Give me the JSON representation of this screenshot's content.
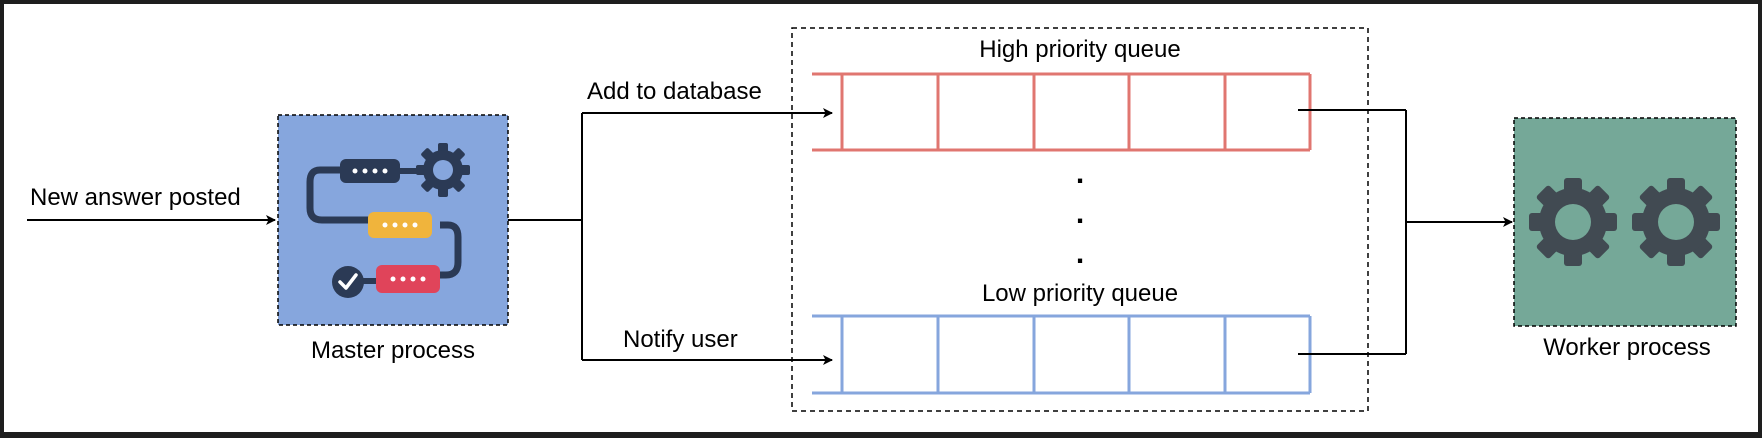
{
  "colors": {
    "background": "#ffffff",
    "frame": "#1e1e1e",
    "master_fill": "#86a6dd",
    "worker_fill": "#75a898",
    "high_queue_stroke": "#e07670",
    "low_queue_stroke": "#86a6dd",
    "navy": "#2b3a55",
    "yellow": "#f0b43c",
    "red": "#e0445a",
    "gear_dark": "#414a52"
  },
  "labels": {
    "input_event": "New answer posted",
    "master": "Master process",
    "add_db": "Add to database",
    "notify": "Notify user",
    "high_queue": "High priority queue",
    "low_queue": "Low priority queue",
    "worker": "Worker process",
    "ellipsis": [
      ".",
      ".",
      "."
    ]
  },
  "icons": {
    "master": "workflow-pipeline-icon",
    "worker": "gears-icon"
  },
  "queues": {
    "high_slots": 5,
    "low_slots": 5
  }
}
